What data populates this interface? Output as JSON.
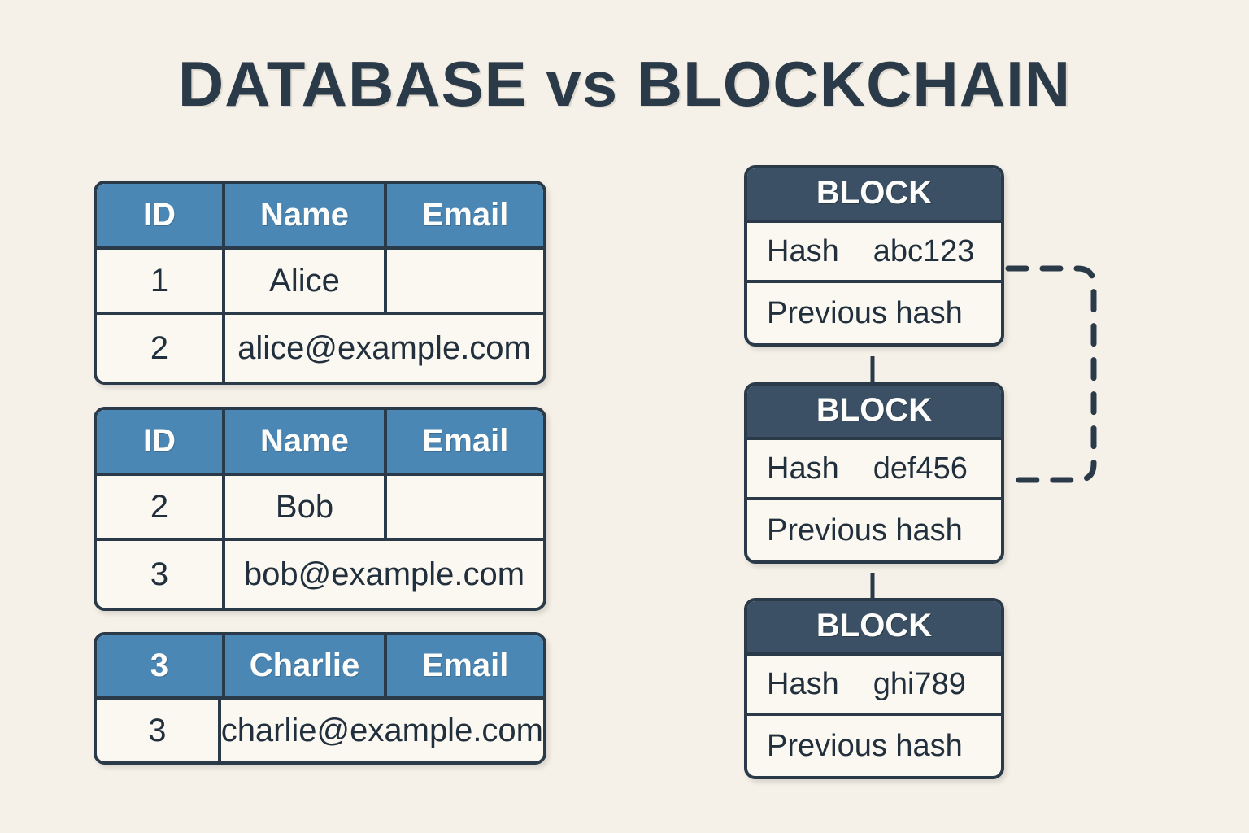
{
  "title": "DATABASE vs BLOCKCHAIN",
  "colors": {
    "background": "#f5f1e9",
    "ink": "#2b3a49",
    "table_header_blue": "#4a87b5",
    "block_header_slate": "#3b5064",
    "cell_cream": "#fbf8f1"
  },
  "database": {
    "section_name": "database-tables",
    "tables": [
      {
        "headers": [
          "ID",
          "Name",
          "Email"
        ],
        "rows": [
          {
            "cells": [
              "1",
              "Alice",
              ""
            ],
            "span_email": false
          },
          {
            "cells": [
              "2",
              "alice@example.com"
            ],
            "span_email": true
          }
        ]
      },
      {
        "headers": [
          "ID",
          "Name",
          "Email"
        ],
        "rows": [
          {
            "cells": [
              "2",
              "Bob",
              ""
            ],
            "span_email": false
          },
          {
            "cells": [
              "3",
              "bob@example.com"
            ],
            "span_email": true
          }
        ]
      },
      {
        "headers": [
          "3",
          "Charlie",
          "Email"
        ],
        "rows": [
          {
            "cells": [
              "3",
              "charlie@example.com"
            ],
            "span_email": true
          }
        ]
      }
    ]
  },
  "blockchain": {
    "section_name": "blockchain-blocks",
    "blocks": [
      {
        "title": "BLOCK",
        "hash_label": "Hash",
        "hash_value": "abc123",
        "prev_label": "Previous hash"
      },
      {
        "title": "BLOCK",
        "hash_label": "Hash",
        "hash_value": "def456",
        "prev_label": "Previous hash"
      },
      {
        "title": "BLOCK",
        "hash_label": "Hash",
        "hash_value": "ghi789",
        "prev_label": "Previous hash"
      }
    ],
    "connector_style": "dashed-link-from-block1-hash-to-block2-hash"
  }
}
